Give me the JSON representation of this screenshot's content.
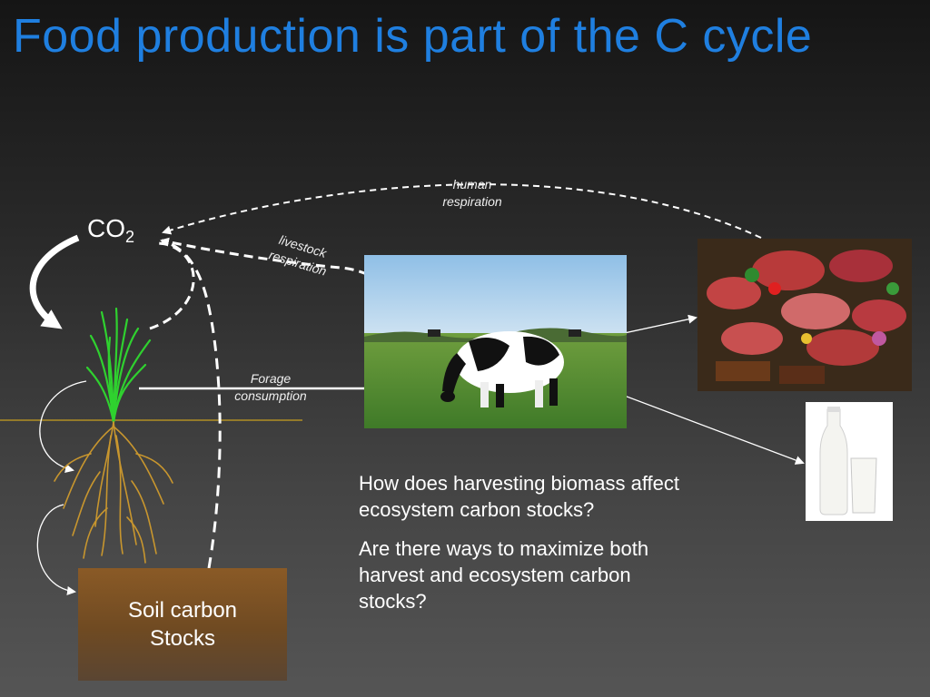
{
  "slide": {
    "title": "Food production is part of the C cycle"
  },
  "diagram": {
    "co2_main": "CO",
    "co2_sub": "2",
    "human_respiration": "human\nrespiration",
    "livestock_respiration": "livestock\nrespiration",
    "forage_consumption": "Forage\nconsumption",
    "soil_label_line1": "Soil carbon",
    "soil_label_line2": "Stocks"
  },
  "questions": [
    "How does harvesting biomass affect ecosystem carbon stocks?",
    "Are there ways to maximize both harvest and ecosystem carbon stocks?"
  ],
  "colors": {
    "title": "#1f7fe0",
    "grass": "#2fd12f",
    "roots": "#c8962e",
    "soil": "#7a5226",
    "ground_line": "#c8a020"
  }
}
